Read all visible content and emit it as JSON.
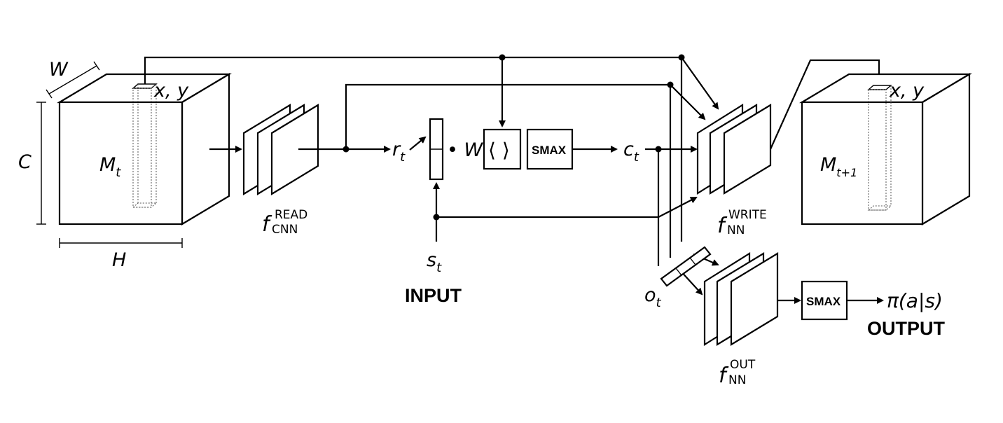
{
  "labels": {
    "dim_w": "W",
    "dim_c": "C",
    "dim_h": "H",
    "xy": "x, y",
    "xy_next": "x, y",
    "mem_t": {
      "base": "M",
      "sub": "t"
    },
    "mem_t1": {
      "base": "M",
      "sub": "t+1"
    },
    "f_read": {
      "base": "f",
      "sup": "READ",
      "sub": "CNN"
    },
    "f_write": {
      "base": "f",
      "sup": "WRITE",
      "sub": "NN"
    },
    "f_out": {
      "base": "f",
      "sup": "OUT",
      "sub": "NN"
    },
    "r_t": {
      "base": "r",
      "sub": "t"
    },
    "dot_w": "• W",
    "inner_product": "⟨ ⟩",
    "smax_1": "SMAX",
    "smax_2": "SMAX",
    "c_t": {
      "base": "c",
      "sub": "t"
    },
    "s_t": {
      "base": "s",
      "sub": "t"
    },
    "o_t": {
      "base": "o",
      "sub": "t"
    },
    "input": "INPUT",
    "output": "OUTPUT",
    "policy": "π(a|s)"
  }
}
